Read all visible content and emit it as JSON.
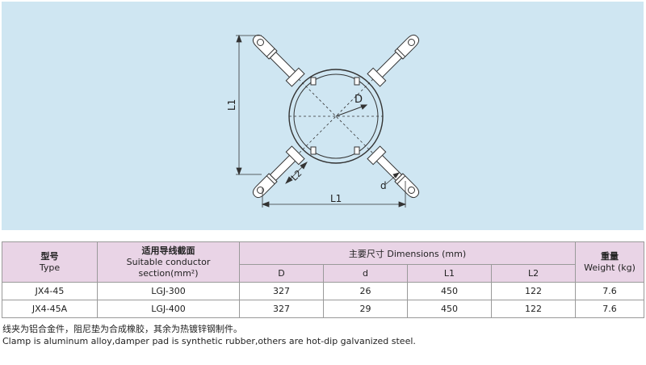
{
  "drawing": {
    "label_D": "D",
    "label_d": "d",
    "label_L1_vertical": "L1",
    "label_L1_horizontal": "L1",
    "label_L2": "L2"
  },
  "table": {
    "headers": {
      "model_zh": "型号",
      "model_en": "Type",
      "conductor_zh": "适用导线截面",
      "conductor_en": "Suitable conductor section(mm²)",
      "dimensions": "主要尺寸 Dimensions (mm)",
      "weight_zh": "重量",
      "weight_en": "Weight (kg)",
      "sub": [
        "D",
        "d",
        "L1",
        "L2"
      ]
    },
    "rows": [
      {
        "type": "JX4-45",
        "conductor": "LGJ-300",
        "D": "327",
        "d": "26",
        "L1": "450",
        "L2": "122",
        "weight": "7.6"
      },
      {
        "type": "JX4-45A",
        "conductor": "LGJ-400",
        "D": "327",
        "d": "29",
        "L1": "450",
        "L2": "122",
        "weight": "7.6"
      }
    ]
  },
  "notes": {
    "zh": "线夹为铝合金件，阻尼垫为合成橡胶，其余为热镀锌钢制件。",
    "en": "Clamp is aluminum alloy,damper pad is synthetic rubber,others are hot-dip galvanized steel."
  },
  "colors": {
    "panel_bg": "#cfe6f2",
    "header_bg": "#e9d4e6",
    "line": "#333333"
  }
}
